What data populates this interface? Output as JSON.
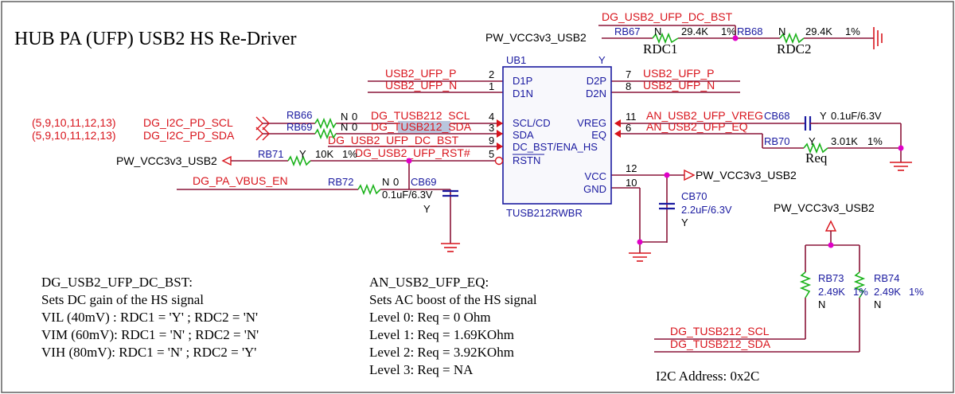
{
  "title": "HUB PA (UFP) USB2 HS Re-Driver",
  "colors": {
    "net": "#d8141c",
    "wire": "#8a1538",
    "comp": "#1a1aa0",
    "ic_fill": "#f8f8fc",
    "resistor": "#19b219",
    "junction": "#e000c8",
    "highlight": "#b9c6dd"
  },
  "power": {
    "pw_top": "PW_VCC3v3_USB2",
    "pw_left": "PW_VCC3v3_USB2",
    "pw_vcc": "PW_VCC3v3_USB2",
    "pw_right": "PW_VCC3v3_USB2"
  },
  "ic": {
    "ref": "UB1",
    "corner": "Y",
    "part": "TUSB212RWBR",
    "pins_left": [
      {
        "num": "2",
        "name": "D1P",
        "net": "USB2_UFP_P"
      },
      {
        "num": "1",
        "name": "D1N",
        "net": "USB2_UFP_N"
      },
      {
        "num": "4",
        "name": "SCL/CD",
        "net": "DG_TUSB212_SCL"
      },
      {
        "num": "3",
        "name": "SDA",
        "net_prefix": "DG_",
        "net_hl": "TUSB212",
        "net_suffix": "_SDA"
      },
      {
        "num": "9",
        "name": "DC_BST/ENA_HS",
        "net": "DG_USB2_UFP_DC_BST"
      },
      {
        "num": "5",
        "name": "RSTN",
        "net": "DG_USB2_UFP_RST#"
      }
    ],
    "pins_right": [
      {
        "num": "7",
        "name": "D2P",
        "net": "USB2_UFP_P"
      },
      {
        "num": "8",
        "name": "D2N",
        "net": "USB2_UFP_N"
      },
      {
        "num": "11",
        "name": "VREG",
        "net": "AN_USB2_UFP_VREG"
      },
      {
        "num": "6",
        "name": "EQ",
        "net": "AN_USB2_UFP_EQ"
      },
      {
        "num": "12",
        "name": "VCC"
      },
      {
        "num": "10",
        "name": "GND"
      }
    ]
  },
  "left_nets": {
    "scl": {
      "pages": "(5,9,10,11,12,13)",
      "net": "DG_I2C_PD_SCL"
    },
    "sda": {
      "pages": "(5,9,10,11,12,13)",
      "net": "DG_I2C_PD_SDA"
    },
    "vbus": "DG_PA_VBUS_EN"
  },
  "components": {
    "rb66": {
      "ref": "RB66",
      "pop": "N",
      "value": "0"
    },
    "rb69": {
      "ref": "RB69",
      "pop": "N",
      "value": "0"
    },
    "rb71": {
      "ref": "RB71",
      "pop": "Y",
      "value": "10K",
      "tol": "1%"
    },
    "rb72": {
      "ref": "RB72",
      "pop": "N",
      "value": "0"
    },
    "cb69": {
      "ref": "CB69",
      "value": "0.1uF/6.3V",
      "pop": "Y"
    },
    "rb67": {
      "ref": "RB67",
      "pop": "N",
      "value": "29.4K",
      "tol": "1%",
      "label": "RDC1"
    },
    "rb68": {
      "ref": "RB68",
      "pop": "N",
      "value": "29.4K",
      "tol": "1%",
      "label": "RDC2"
    },
    "dc_bst_net": "DG_USB2_UFP_DC_BST",
    "cb68": {
      "ref": "CB68",
      "pop": "Y",
      "value": "0.1uF/6.3V"
    },
    "rb70": {
      "ref": "RB70",
      "pop": "Y",
      "value": "3.01K",
      "tol": "1%",
      "label": "Req"
    },
    "cb70": {
      "ref": "CB70",
      "value": "2.2uF/6.3V",
      "pop": "Y"
    },
    "rb73": {
      "ref": "RB73",
      "value": "2.49K",
      "tol": "1%",
      "pop": "N"
    },
    "rb74": {
      "ref": "RB74",
      "value": "2.49K",
      "tol": "1%",
      "pop": "N"
    },
    "i2c_scl_net": "DG_TUSB212_SCL",
    "i2c_sda_net": "DG_TUSB212_SDA"
  },
  "notes": {
    "dc_bst": {
      "heading": "DG_USB2_UFP_DC_BST:",
      "lines": [
        "Sets DC gain of the HS signal",
        "VIL (40mV) : RDC1 = 'Y' ; RDC2 = 'N'",
        "VIM (60mV): RDC1 = 'N' ; RDC2 = 'N'",
        "VIH (80mV): RDC1 = 'N' ; RDC2 = 'Y'"
      ]
    },
    "eq": {
      "heading": "AN_USB2_UFP_EQ:",
      "lines": [
        "Sets AC boost of the HS signal",
        "Level 0: Req = 0 Ohm",
        "Level 1: Req = 1.69KOhm",
        "Level 2: Req = 3.92KOhm",
        "Level 3: Req = NA"
      ]
    },
    "i2c": "I2C Address: 0x2C"
  }
}
